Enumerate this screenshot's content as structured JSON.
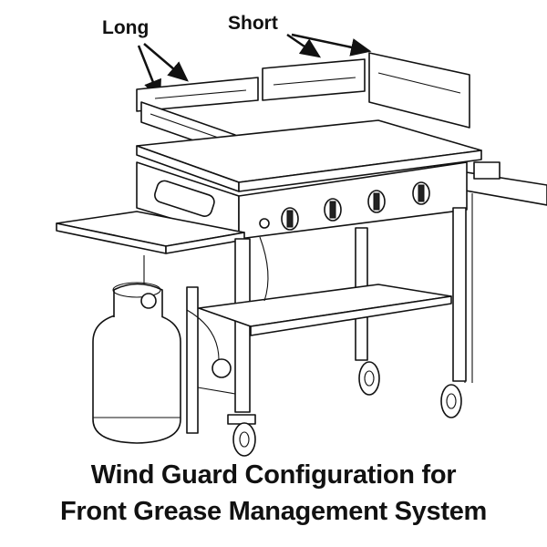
{
  "labels": {
    "long": "Long",
    "short": "Short"
  },
  "caption": {
    "line1": "Wind Guard Configuration for",
    "line2": "Front Grease Management System"
  }
}
